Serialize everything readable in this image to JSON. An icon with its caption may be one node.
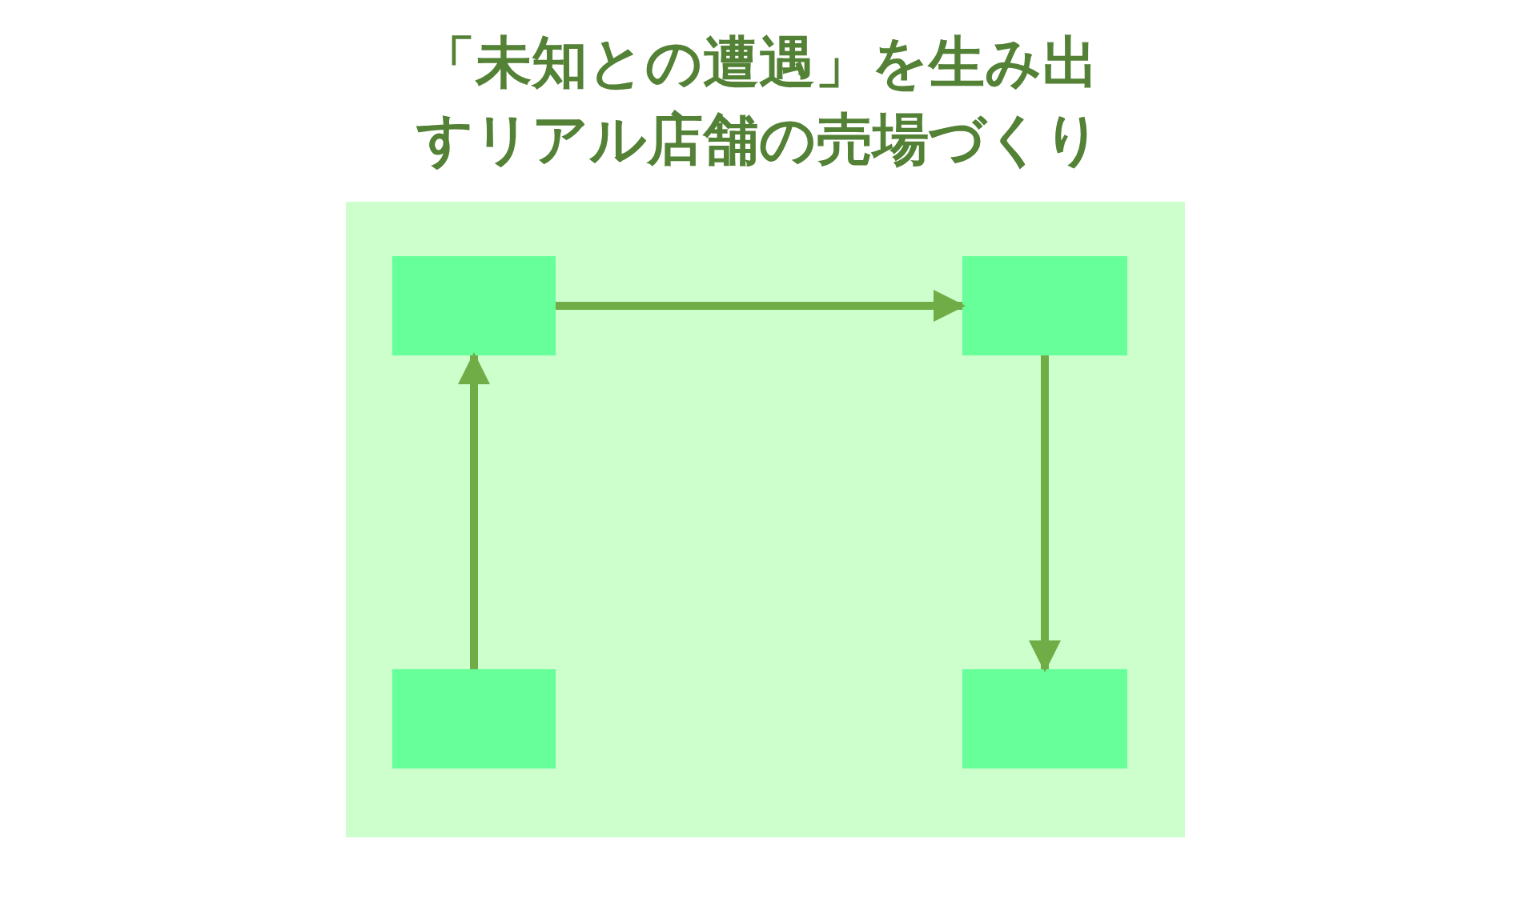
{
  "diagram": {
    "title": "「未知との遭遇」を生み出すリアル店舗の売場づくり",
    "nodes": [
      {
        "text": [],
        "shape": "box"
      },
      {
        "text": [],
        "shape": "box",
        "in": 0
      },
      {
        "text": [],
        "shape": "box",
        "in": 0
      },
      {
        "text": [],
        "shape": "box",
        "in": 0
      },
      {
        "text": [],
        "shape": "box",
        "in": 0
      }
    ],
    "edges": [
      {
        "from": 1,
        "to": 2,
        "arrow": "to"
      },
      {
        "from": 2,
        "to": 4,
        "arrow": "to"
      },
      {
        "from": 3,
        "to": 1,
        "arrow": "to"
      }
    ]
  }
}
